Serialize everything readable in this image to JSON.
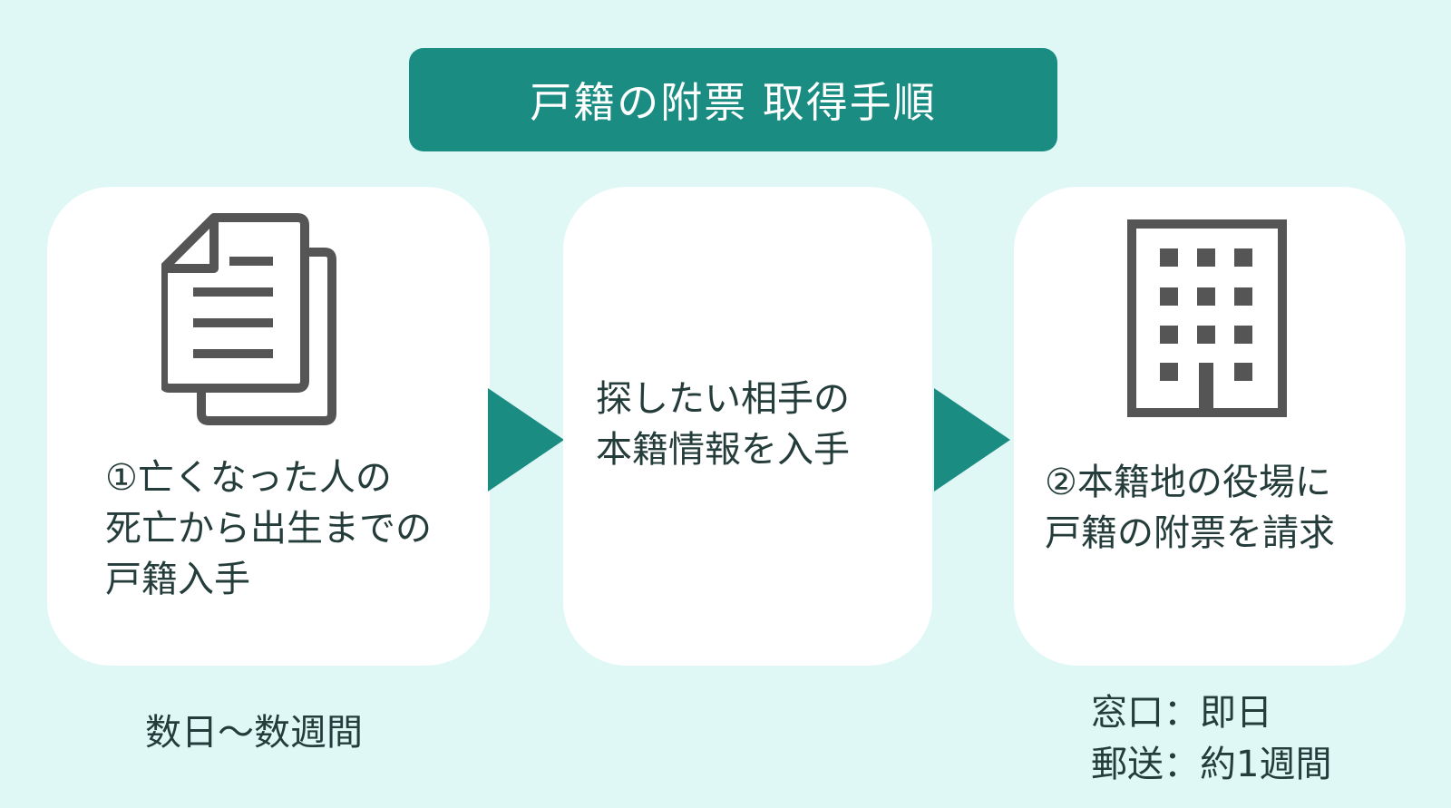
{
  "title": "戸籍の附票 取得手順",
  "steps": [
    {
      "icon": "document-icon",
      "text": "①亡くなった人の\n死亡から出生までの\n戸籍入手"
    },
    {
      "text": "探したい相手の\n本籍情報を入手"
    },
    {
      "icon": "building-icon",
      "text": "②本籍地の役場に\n戸籍の附票を請求"
    }
  ],
  "durations": {
    "step1": "数日～数週間",
    "step3_counter": "窓口：即日",
    "step3_mail": "郵送：約1週間"
  },
  "colors": {
    "background": "#dff8f6",
    "accent": "#1a8c82",
    "card": "#ffffff",
    "icon": "#555555",
    "text": "#243c3a"
  }
}
